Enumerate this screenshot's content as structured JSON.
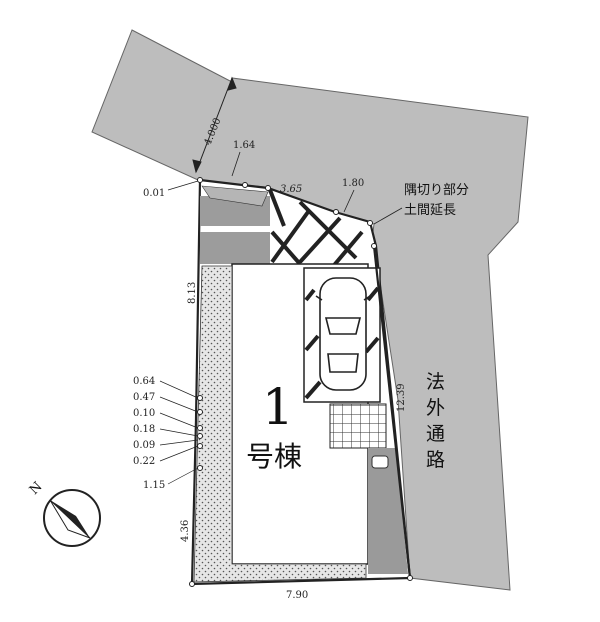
{
  "labels": {
    "setback_width": "4.000",
    "top_segment_a": "1.64",
    "top_segment_b": "3.65",
    "top_segment_c": "1.80",
    "corner_note_line1": "隅切り部分",
    "corner_note_line2": "土間延長",
    "left_corner": "0.01",
    "left_upper": "8.13",
    "left_offsets": [
      "0.64",
      "0.47",
      "0.10",
      "0.18",
      "0.09",
      "0.22",
      "1.15"
    ],
    "left_lower": "4.36",
    "right_side": "12.39",
    "bottom": "7.90",
    "house_number": "1",
    "house_name": "号棟",
    "road_name": "法外通路",
    "north_mark": "N"
  },
  "colors": {
    "road_gray": "#bdbdbd",
    "lot_outline": "#222222",
    "hatch_gray": "#8f8f8f",
    "stipple": "#cfcfcf"
  }
}
